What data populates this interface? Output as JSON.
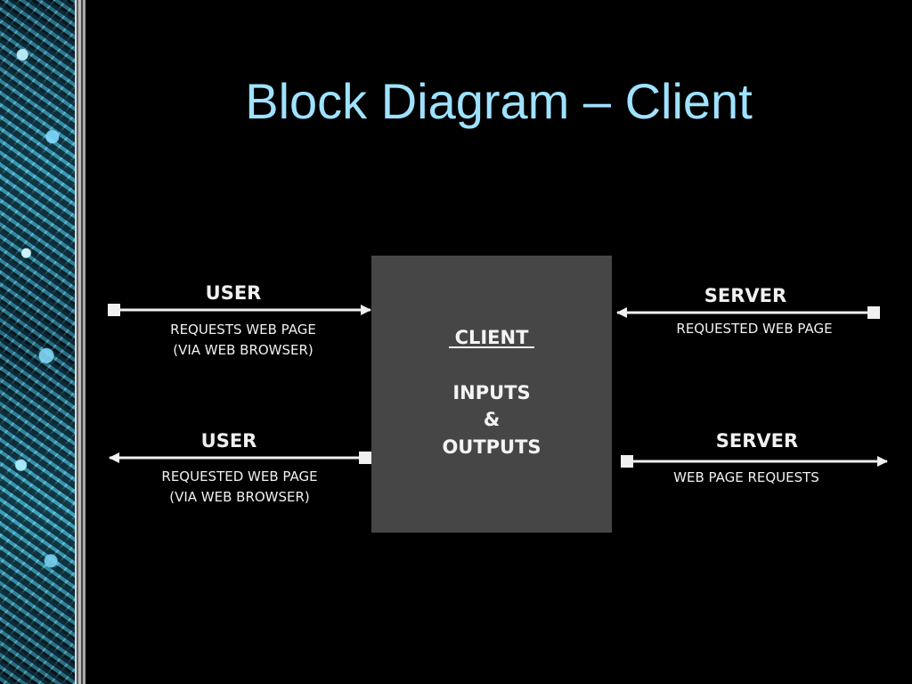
{
  "title": "Block Diagram – Client",
  "diagram": {
    "client_box": {
      "title": "CLIENT",
      "line1": "INPUTS",
      "line2": "&",
      "line3": "OUTPUTS"
    },
    "flows": [
      {
        "label": "USER",
        "desc_line1": "REQUESTS WEB PAGE",
        "desc_line2": "(VIA WEB BROWSER)"
      },
      {
        "label": "SERVER",
        "desc_line1": "REQUESTED WEB PAGE"
      },
      {
        "label": "USER",
        "desc_line1": "REQUESTED WEB PAGE",
        "desc_line2": "(VIA WEB BROWSER)"
      },
      {
        "label": "SERVER",
        "desc_line1": "WEB PAGE REQUESTS"
      }
    ]
  },
  "colors": {
    "background": "#000000",
    "title": "#9fe2ff",
    "client_box": "#464646",
    "line_and_text": "#f0f0f0"
  }
}
